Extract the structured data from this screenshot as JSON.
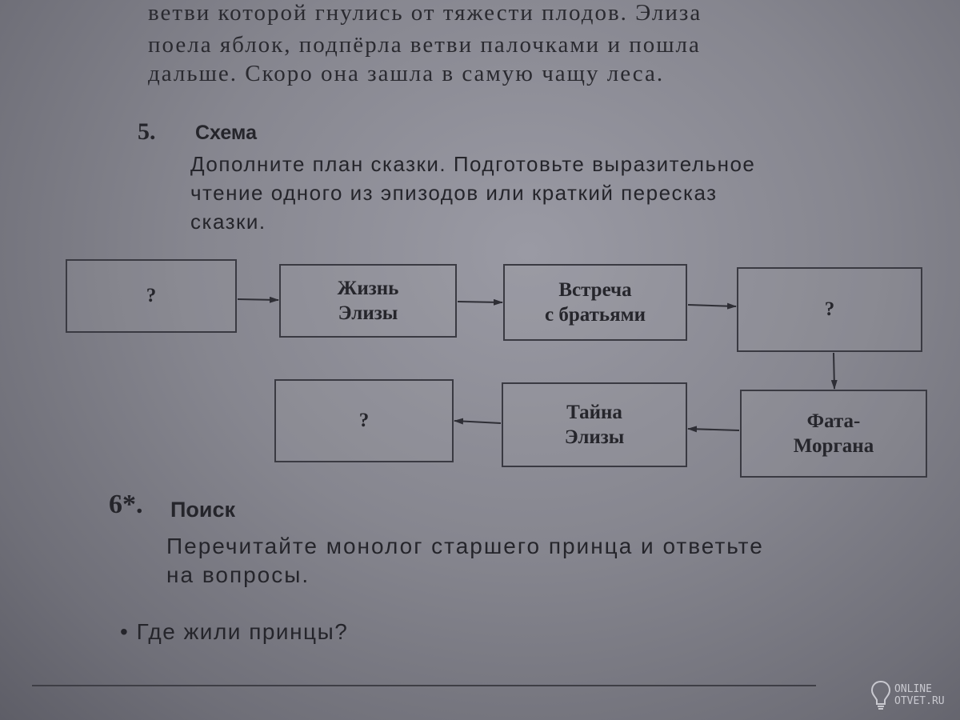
{
  "top_text": [
    "ветви которой гнулись от тяжести плодов. Элиза",
    "поела яблок, подпёрла ветви палочками и пошла",
    "дальше. Скоро она зашла в самую чащу леса."
  ],
  "task5": {
    "number": "5.",
    "title": "Схема",
    "text": [
      "Дополните план сказки. Подготовьте выразительное",
      "чтение одного из эпизодов или краткий пересказ",
      "сказки."
    ]
  },
  "scheme": {
    "boxes": [
      {
        "lines": [
          "?"
        ]
      },
      {
        "lines": [
          "Жизнь",
          "Элизы"
        ]
      },
      {
        "lines": [
          "Встреча",
          "с братьями"
        ]
      },
      {
        "lines": [
          "?"
        ]
      },
      {
        "lines": [
          "Фата-",
          "Моргана"
        ]
      },
      {
        "lines": [
          "Тайна",
          "Элизы"
        ]
      },
      {
        "lines": [
          "?"
        ]
      }
    ]
  },
  "task6": {
    "number": "6*.",
    "title": "Поиск",
    "text": [
      "Перечитайте монолог старшего принца и ответьте",
      "на вопросы."
    ],
    "bullet": "Где жили принцы?"
  },
  "watermark": {
    "line1": "ONLINE",
    "line2": "OTVET.RU"
  }
}
